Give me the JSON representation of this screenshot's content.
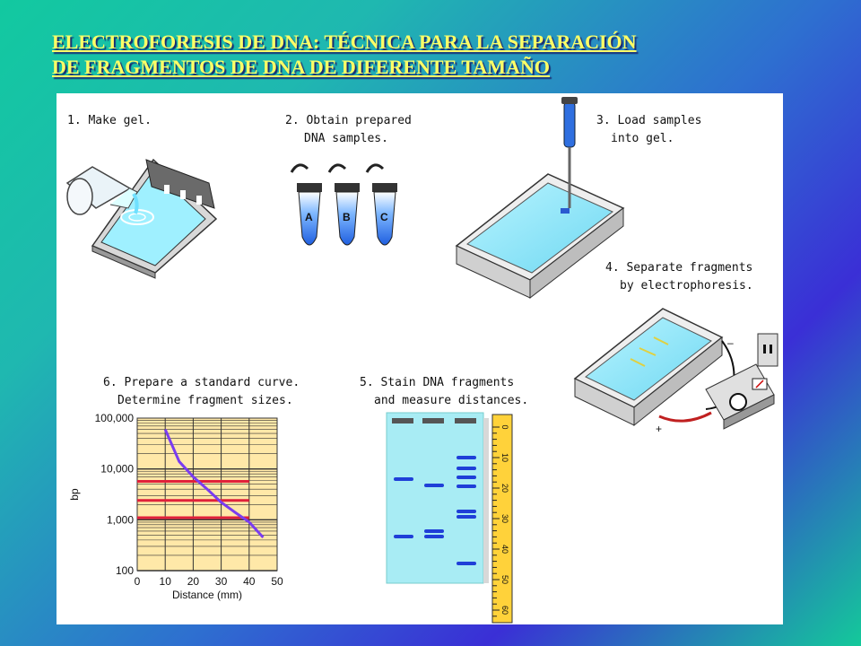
{
  "title": {
    "line1": "ELECTROFORESIS DE DNA: TÉCNICA PARA LA SEPARACIÓN",
    "line2": "DE FRAGMENTOS DE DNA DE DIFERENTE TAMAÑO"
  },
  "steps": {
    "s1": "1. Make gel.",
    "s2a": "2. Obtain prepared",
    "s2b": "DNA samples.",
    "s3a": "3. Load samples",
    "s3b": "into gel.",
    "s4a": "4. Separate fragments",
    "s4b": "by electrophoresis.",
    "s5a": "5. Stain DNA fragments",
    "s5b": "and measure distances.",
    "s6a": "6. Prepare a standard curve.",
    "s6b": "Determine fragment sizes."
  },
  "tubes": [
    "A",
    "B",
    "C"
  ],
  "electrodes": {
    "neg": "–",
    "pos": "+"
  },
  "ruler_ticks": [
    "0",
    "10",
    "20",
    "30",
    "40",
    "50",
    "60"
  ],
  "chart_data": {
    "type": "line",
    "xlabel": "Distance (mm)",
    "ylabel": "bp",
    "x_ticks": [
      "0",
      "10",
      "20",
      "30",
      "40",
      "50"
    ],
    "y_ticks": [
      "100,000",
      "10,000",
      "1,000",
      "100"
    ],
    "xlim": [
      0,
      50
    ],
    "ylim": [
      100,
      100000
    ],
    "y_scale": "log",
    "series": [
      {
        "x": [
          10,
          15,
          20,
          25,
          30,
          35,
          40,
          45
        ],
        "y": [
          60000,
          14000,
          7000,
          4000,
          2200,
          1400,
          900,
          450
        ]
      }
    ],
    "reference_lines_bp": [
      5700,
      2400,
      1100
    ]
  }
}
